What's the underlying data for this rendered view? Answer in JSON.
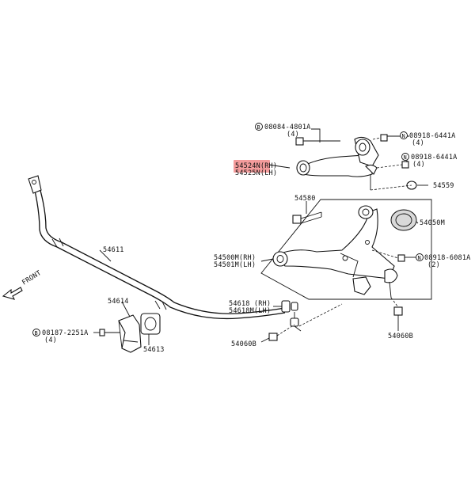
{
  "highlight_color": "#f28b8b",
  "labels": {
    "bolt_upper": "08084-4801A",
    "bolt_upper_qty": "(4)",
    "nut_upper": "08918-6441A",
    "nut_upper_qty": "(4)",
    "nut_mid": "08918-6441A",
    "nut_mid_qty": "(4)",
    "upper_arm_rh": "54524N(RH)",
    "upper_arm_lh": "54525N(LH)",
    "washer": "54559",
    "bolt_lower": "54580",
    "bushing_cover": "54050M",
    "lower_arm_rh": "54500M(RH)",
    "lower_arm_lh": "54501M(LH)",
    "nut_lower": "08918-6081A",
    "nut_lower_qty": "(2)",
    "stab_bar": "54611",
    "front": "FRONT",
    "clamp": "54614",
    "bolt_clamp": "08187-2251A",
    "bolt_clamp_qty": "(4)",
    "bushing": "54613",
    "link_rh": "54618 (RH)",
    "link_lh": "54618M(LH)",
    "nut_link": "54060B",
    "nut_knuckle": "54060B"
  },
  "badges": {
    "b": "B",
    "n": "N"
  }
}
